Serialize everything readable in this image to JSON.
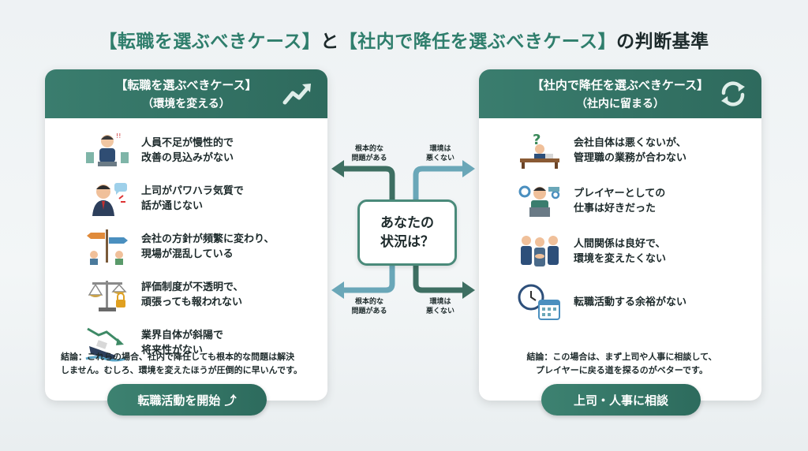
{
  "title": {
    "part1": "【転職を選ぶべきケース】",
    "part2": "と",
    "part3": "【社内で降任を選ぶべきケース】",
    "part4": "の判断基準"
  },
  "left": {
    "heading": "【転職を選ぶべきケース】",
    "subheading": "（環境を変える）",
    "items": [
      {
        "icon": "stressed-worker-icon",
        "text": "人員不足が慢性的で\n改善の見込みがない"
      },
      {
        "icon": "angry-boss-icon",
        "text": "上司がパワハラ気質で\n話が通じない"
      },
      {
        "icon": "direction-signs-icon",
        "text": "会社の方針が頻繁に変わり、\n現場が混乱している"
      },
      {
        "icon": "scale-lock-icon",
        "text": "評価制度が不透明で、\n頑張っても報われない"
      },
      {
        "icon": "sinking-ship-icon",
        "text": "業界自体が斜陽で\n将来性がない"
      }
    ],
    "conclusion": "結論：これらの場合、社内で降任しても根本的な問題は解決\nしません。むしろ、環境を変えたほうが圧倒的に早いんです。",
    "cta": "転職活動を開始 ⤴"
  },
  "right": {
    "heading": "【社内で降任を選ぶべきケース】",
    "subheading": "（社内に留まる）",
    "items": [
      {
        "icon": "question-desk-icon",
        "text": "会社自体は悪くないが、\n管理職の業務が合わない"
      },
      {
        "icon": "player-laptop-icon",
        "text": "プレイヤーとしての\n仕事は好きだった"
      },
      {
        "icon": "handshake-icon",
        "text": "人間関係は良好で、\n環境を変えたくない"
      },
      {
        "icon": "clock-calendar-icon",
        "text": "転職活動する余裕がない"
      }
    ],
    "conclusion": "結論：この場合は、まず上司や人事に相談して、\nプレイヤーに戻る道を探るのがベターです。",
    "cta": "上司・人事に相談"
  },
  "center": {
    "question": "あなたの\n状況は？",
    "label_top_left": "根本的な\n問題がある",
    "label_top_right": "環境は\n悪くない",
    "label_bottom_left": "根本的な\n問題がある",
    "label_bottom_right": "環境は\n悪くない"
  },
  "colors": {
    "accent": "#2f7e6c",
    "light_arrow": "#6aa7b8",
    "dark_arrow": "#3e6f62"
  }
}
